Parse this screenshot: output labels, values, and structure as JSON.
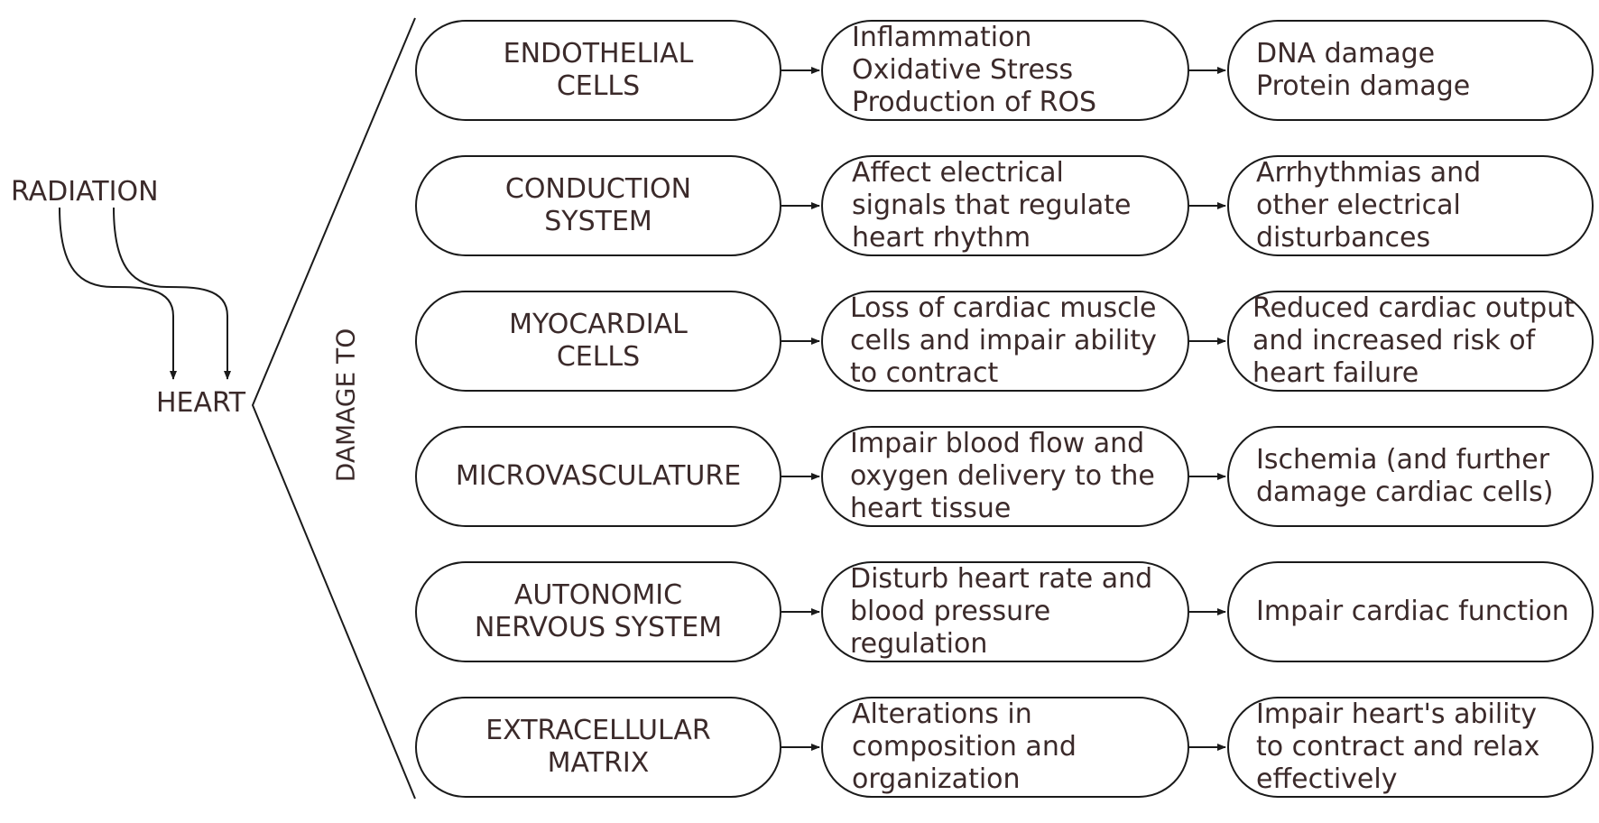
{
  "diagram": {
    "source": "RADIATION",
    "target": "HEART",
    "relation": "DAMAGE TO",
    "rows": [
      {
        "component": "ENDOTHELIAL\nCELLS",
        "effect": "Inflammation\nOxidative Stress\nProduction of ROS",
        "outcome": "DNA damage\nProtein damage"
      },
      {
        "component": "CONDUCTION\nSYSTEM",
        "effect": "Affect electrical\nsignals that regulate\nheart rhythm",
        "outcome": "Arrhythmias and\nother electrical\ndisturbances"
      },
      {
        "component": "MYOCARDIAL\nCELLS",
        "effect": "Loss of cardiac muscle\ncells and impair ability\nto contract",
        "outcome": "Reduced cardiac output\nand increased risk of\nheart failure"
      },
      {
        "component": "MICROVASCULATURE",
        "effect": "Impair blood flow and\noxygen delivery to the\nheart tissue",
        "outcome": "Ischemia (and further\ndamage cardiac cells)"
      },
      {
        "component": "AUTONOMIC\nNERVOUS SYSTEM",
        "effect": "Disturb heart rate and\nblood pressure\nregulation",
        "outcome": "Impair cardiac function"
      },
      {
        "component": "EXTRACELLULAR\nMATRIX",
        "effect": "Alterations in\ncomposition and\norganization",
        "outcome": "Impair heart's ability\nto contract and relax\neffectively"
      }
    ]
  }
}
